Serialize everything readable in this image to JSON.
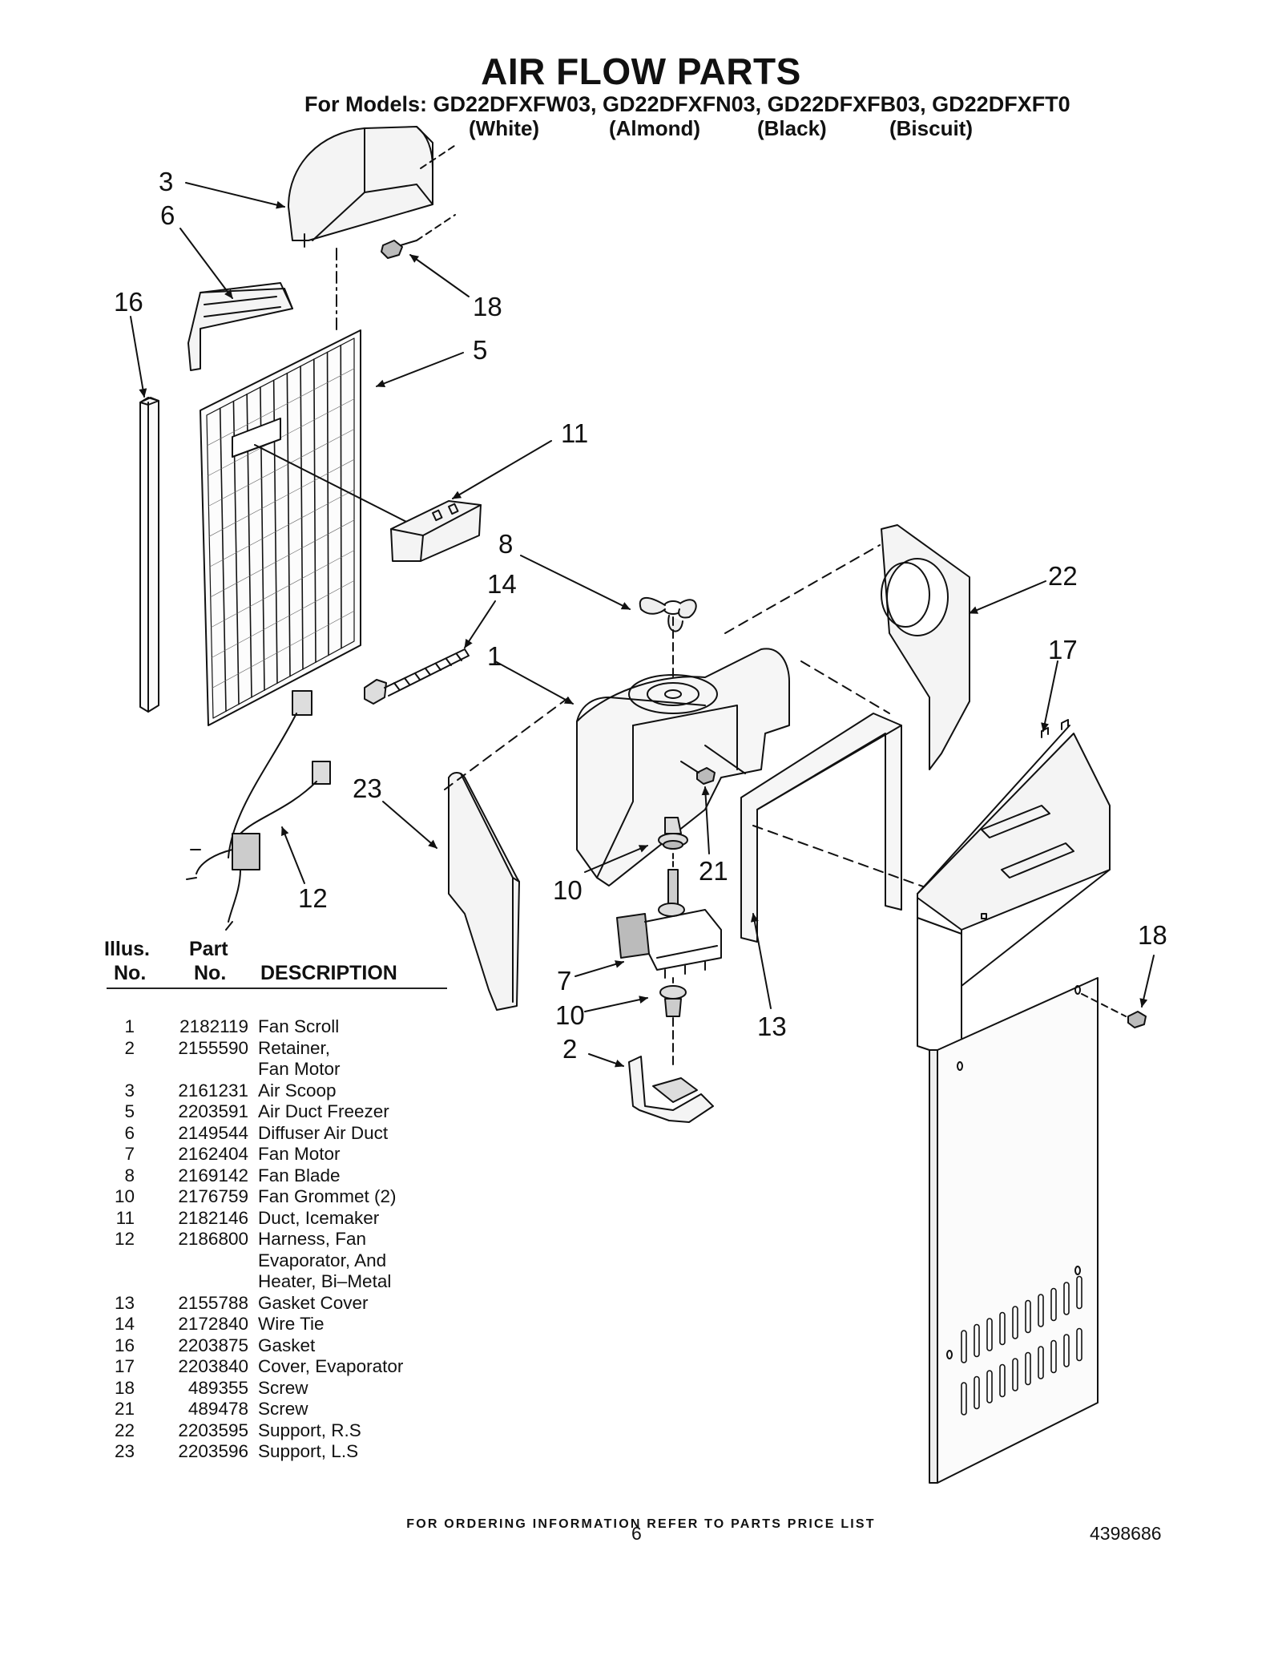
{
  "header": {
    "title": "AIR FLOW PARTS",
    "models_line": "For Models: GD22DFXFW03, GD22DFXFN03, GD22DFXFB03, GD22DFXFT0",
    "colors": [
      "(White)",
      "(Almond)",
      "(Black)",
      "(Biscuit)"
    ]
  },
  "callouts": [
    "3",
    "6",
    "16",
    "18",
    "5",
    "11",
    "8",
    "14",
    "22",
    "1",
    "17",
    "23",
    "21",
    "10",
    "12",
    "7",
    "10",
    "18",
    "13",
    "2"
  ],
  "table": {
    "headers": {
      "illus_top": "Illus.",
      "illus_bottom": "No.",
      "part_top": "Part",
      "part_bottom": "No.",
      "description": "DESCRIPTION"
    },
    "rows": [
      {
        "illus": "1",
        "part": "2182119",
        "desc": "Fan Scroll"
      },
      {
        "illus": "2",
        "part": "2155590",
        "desc": "Retainer,\nFan Motor"
      },
      {
        "illus": "3",
        "part": "2161231",
        "desc": "Air Scoop"
      },
      {
        "illus": "5",
        "part": "2203591",
        "desc": "Air Duct Freezer"
      },
      {
        "illus": "6",
        "part": "2149544",
        "desc": "Diffuser Air Duct"
      },
      {
        "illus": "7",
        "part": "2162404",
        "desc": "Fan Motor"
      },
      {
        "illus": "8",
        "part": "2169142",
        "desc": "Fan Blade"
      },
      {
        "illus": "10",
        "part": "2176759",
        "desc": "Fan Grommet (2)"
      },
      {
        "illus": "11",
        "part": "2182146",
        "desc": "Duct, Icemaker"
      },
      {
        "illus": "12",
        "part": "2186800",
        "desc": "Harness, Fan\nEvaporator, And\nHeater, Bi–Metal"
      },
      {
        "illus": "13",
        "part": "2155788",
        "desc": "Gasket Cover"
      },
      {
        "illus": "14",
        "part": "2172840",
        "desc": "Wire Tie"
      },
      {
        "illus": "16",
        "part": "2203875",
        "desc": "Gasket"
      },
      {
        "illus": "17",
        "part": "2203840",
        "desc": "Cover, Evaporator"
      },
      {
        "illus": "18",
        "part": "489355",
        "desc": "Screw"
      },
      {
        "illus": "21",
        "part": "489478",
        "desc": "Screw"
      },
      {
        "illus": "22",
        "part": "2203595",
        "desc": "Support, R.S"
      },
      {
        "illus": "23",
        "part": "2203596",
        "desc": "Support, L.S"
      }
    ]
  },
  "footer": {
    "ordering_note": "FOR ORDERING INFORMATION REFER TO PARTS PRICE LIST",
    "page_number": "6",
    "document_number": "4398686"
  }
}
